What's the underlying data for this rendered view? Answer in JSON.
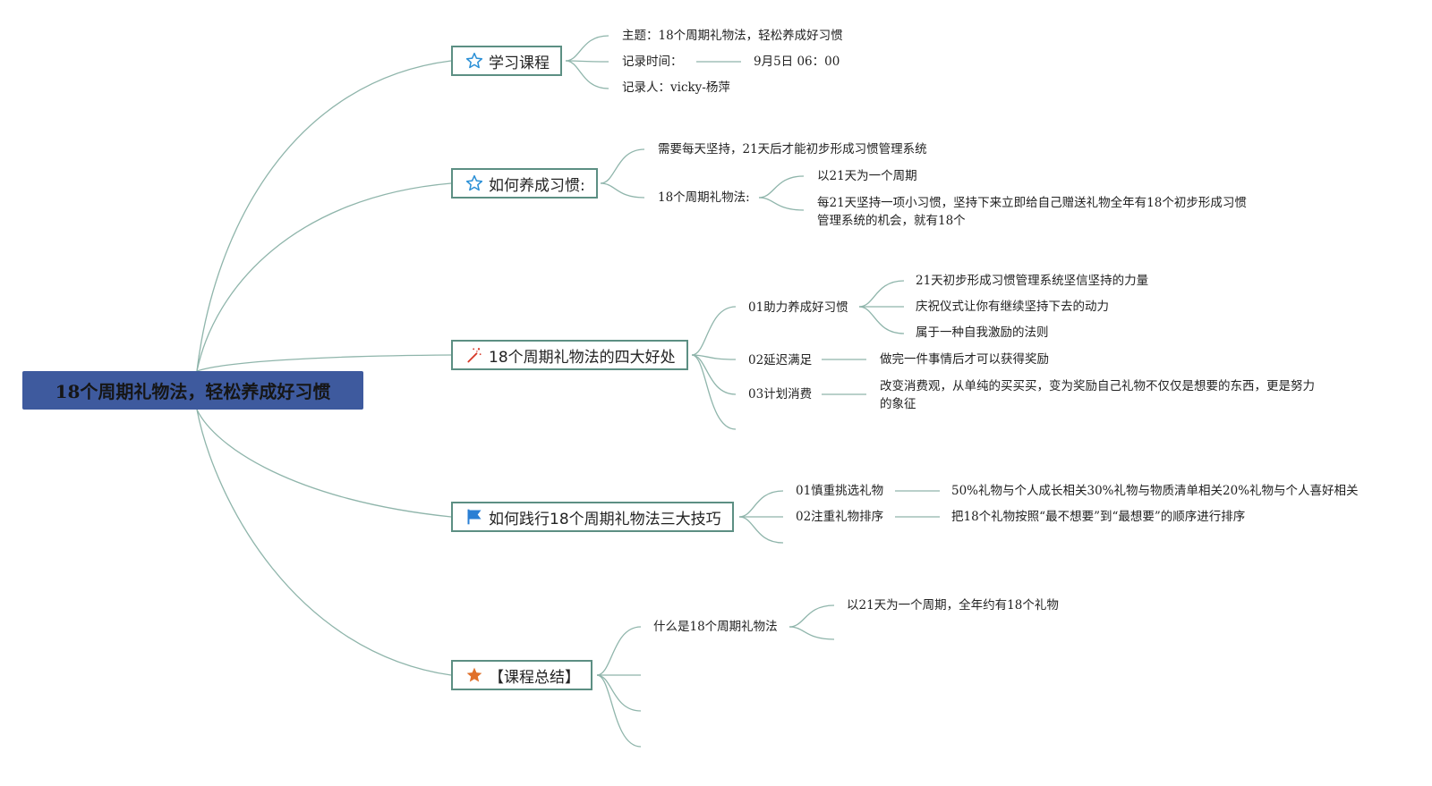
{
  "root": {
    "label": "18个周期礼物法，轻松养成好习惯"
  },
  "branches": [
    {
      "label": "学习课程",
      "icon": "star-outline-icon",
      "children": [
        {
          "label": "主题：18个周期礼物法，轻松养成好习惯"
        },
        {
          "label": "记录时间：",
          "value": "9月5日 06：00"
        },
        {
          "label": "记录人：vicky-杨萍"
        }
      ]
    },
    {
      "label": "如何养成习惯:",
      "icon": "star-outline-icon",
      "children": [
        {
          "label": "需要每天坚持，21天后才能初步形成习惯管理系统"
        },
        {
          "label": "18个周期礼物法:",
          "children": [
            {
              "label": "以21天为一个周期"
            },
            {
              "label": "每21天坚持一项小习惯，坚持下来立即给自己赠送礼物全年有18个初步形成习惯管理系统的机会，就有18个"
            }
          ]
        }
      ]
    },
    {
      "label": "18个周期礼物法的四大好处",
      "icon": "magic-wand-icon",
      "children": [
        {
          "label": "01助力养成好习惯",
          "children": [
            {
              "label": "21天初步形成习惯管理系统坚信坚持的力量"
            },
            {
              "label": "庆祝仪式让你有继续坚持下去的动力"
            },
            {
              "label": "属于一种自我激励的法则"
            }
          ]
        },
        {
          "label": "02延迟满足",
          "value": "做完一件事情后才可以获得奖励"
        },
        {
          "label": "03计划消费",
          "value": "改变消费观，从单纯的买买买，变为奖励自己礼物不仅仅是想要的东西，更是努力的象征"
        }
      ]
    },
    {
      "label": "如何践行18个周期礼物法三大技巧",
      "icon": "flag-icon",
      "children": [
        {
          "label": "01慎重挑选礼物",
          "value": "50%礼物与个人成长相关30%礼物与物质清单相关20%礼物与个人喜好相关"
        },
        {
          "label": "02注重礼物排序",
          "value": "把18个礼物按照“最不想要”到“最想要”的顺序进行排序"
        }
      ]
    },
    {
      "label": "【课程总结】",
      "icon": "star-filled-icon",
      "children": [
        {
          "label": "什么是18个周期礼物法",
          "value": "以21天为一个周期，全年约有18个礼物"
        }
      ]
    }
  ],
  "colors": {
    "root_fill": "#3e5a9e",
    "branch_border": "#5c8f83",
    "connector": "#8fb5ab",
    "star_outline": "#2a8fd6",
    "flag": "#2a7fd4",
    "star_filled": "#e0702a",
    "wand": "#d63a2a"
  }
}
